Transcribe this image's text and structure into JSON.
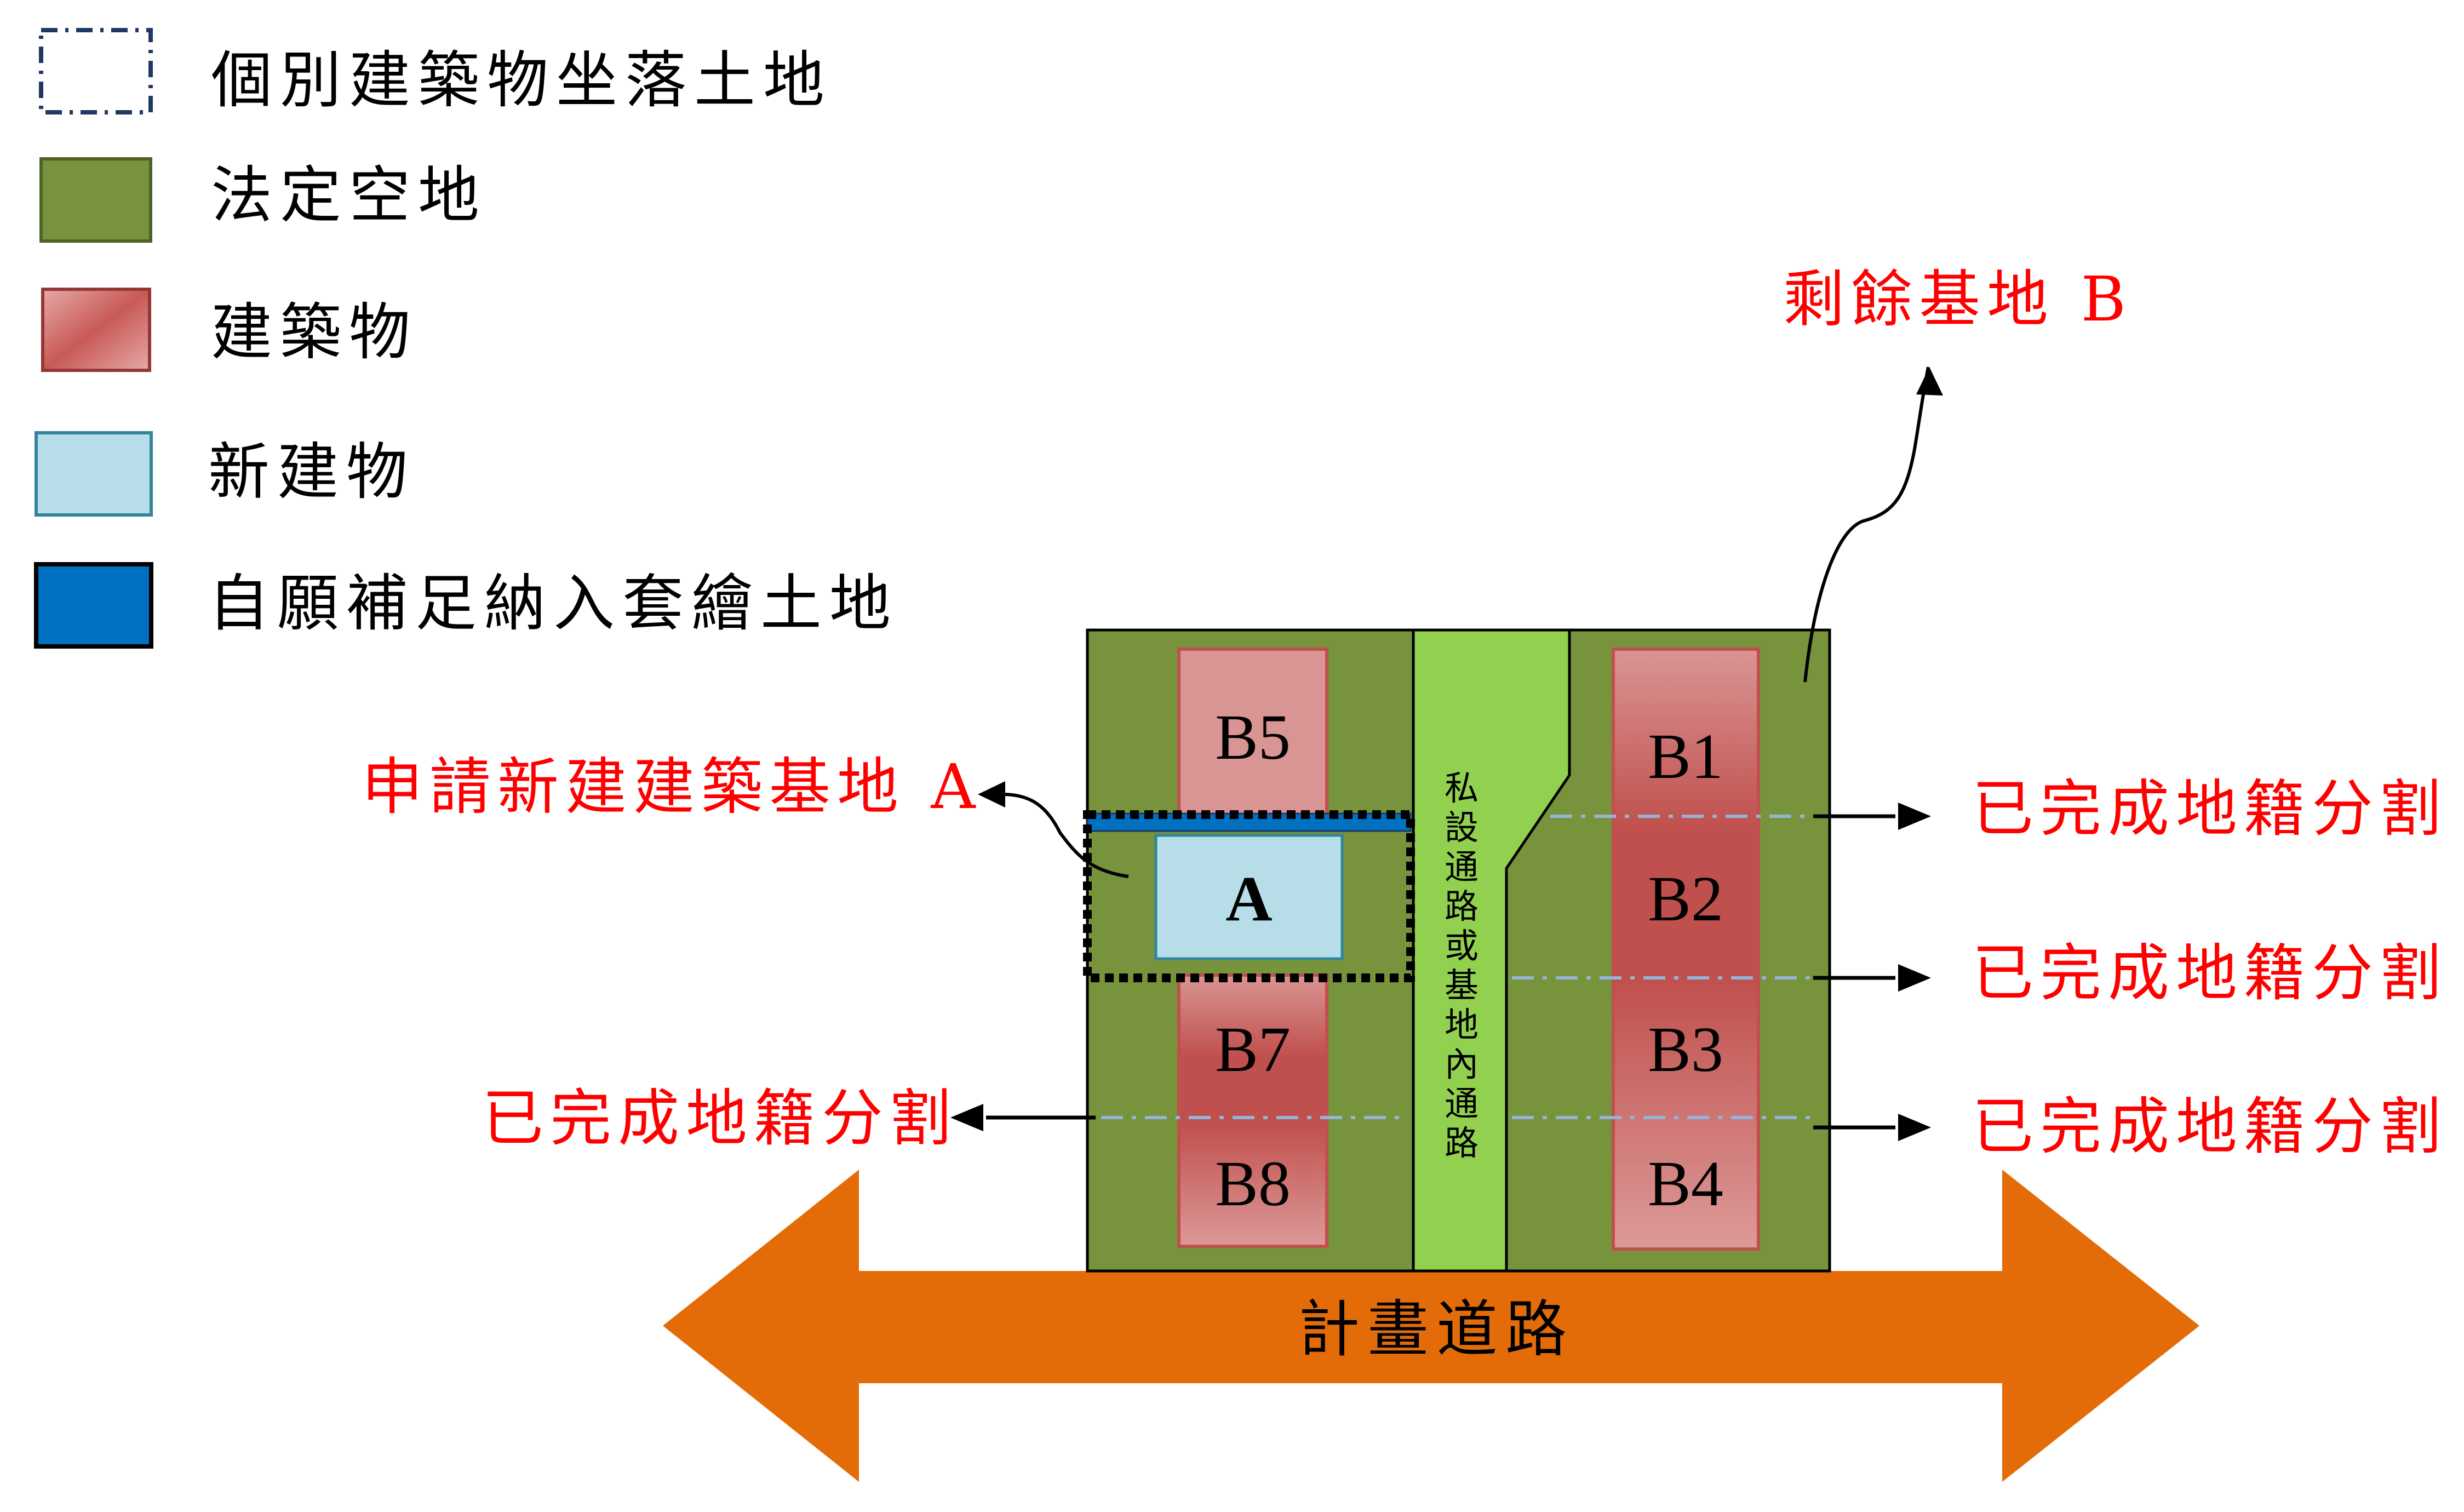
{
  "legend": {
    "items": [
      {
        "key": "lot_boundary",
        "label": "個別建築物坐落土地"
      },
      {
        "key": "open_space",
        "label": "法定空地"
      },
      {
        "key": "building",
        "label": "建築物"
      },
      {
        "key": "new_building",
        "label": "新建物"
      },
      {
        "key": "voluntary_land",
        "label": "自願補足納入套繪土地"
      }
    ]
  },
  "labels": {
    "remaining_base": "剩餘基地 B",
    "application_base": "申請新建建築基地 A",
    "subdivision_done": "已完成地籍分割",
    "private_road": "私設通路或基地內通路",
    "planned_road": "計畫道路"
  },
  "buildings": {
    "new": "A",
    "B1": "B1",
    "B2": "B2",
    "B3": "B3",
    "B4": "B4",
    "B5": "B5",
    "B7": "B7",
    "B8": "B8"
  },
  "colors": {
    "open_space": "#77933C",
    "open_space_border": "#4F6228",
    "building": "#D99594",
    "building_dark": "#C0504D",
    "new_building": "#B7DEE8",
    "voluntary_land": "#0070C0",
    "private_road": "#92D050",
    "planned_road": "#E36C09",
    "annotation_red": "#FF0000",
    "subdivision_line": "#95B3D7"
  }
}
